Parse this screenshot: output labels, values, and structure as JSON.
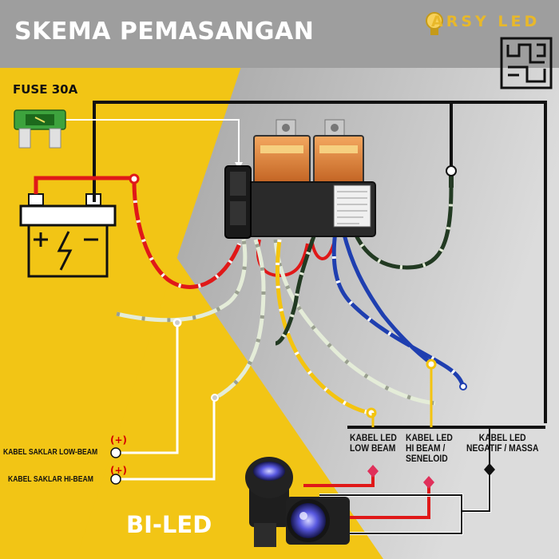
{
  "title": "SKEMA PEMASANGAN",
  "brand": "ARSY LED",
  "fuse": {
    "label": "FUSE 30A"
  },
  "switches": [
    {
      "label": "KABEL SAKLAR LOW-BEAM",
      "polarity": "(+)"
    },
    {
      "label": "KABEL SAKLAR HI-BEAM",
      "polarity": "(+)"
    }
  ],
  "cables": [
    {
      "label": "KABEL LED LOW BEAM",
      "line1": "KABEL LED",
      "line2": "LOW BEAM",
      "line3": ""
    },
    {
      "label": "KABEL LED HI BEAM / SENELOID",
      "line1": "KABEL LED",
      "line2": "HI BEAM /",
      "line3": "SENELOID"
    },
    {
      "label": "KABEL LED NEGATIF / MASSA",
      "line1": "KABEL LED",
      "line2": "NEGATIF / MASSA",
      "line3": ""
    }
  ],
  "product": "BI-LED",
  "colors": {
    "yellow": "#f2c515",
    "gray": "#9a9a9a",
    "red_wire": "#e01818",
    "blue_wire": "#1f3fb0",
    "green_wire": "#223a22",
    "white_wire": "#e4ecd8",
    "yellow_wire": "#f4c40f"
  },
  "icons": [
    "fuse-icon",
    "battery-icon",
    "relay-icon",
    "projector-lens-icon",
    "brand-lightbulb-icon",
    "kufic-logo-icon"
  ]
}
